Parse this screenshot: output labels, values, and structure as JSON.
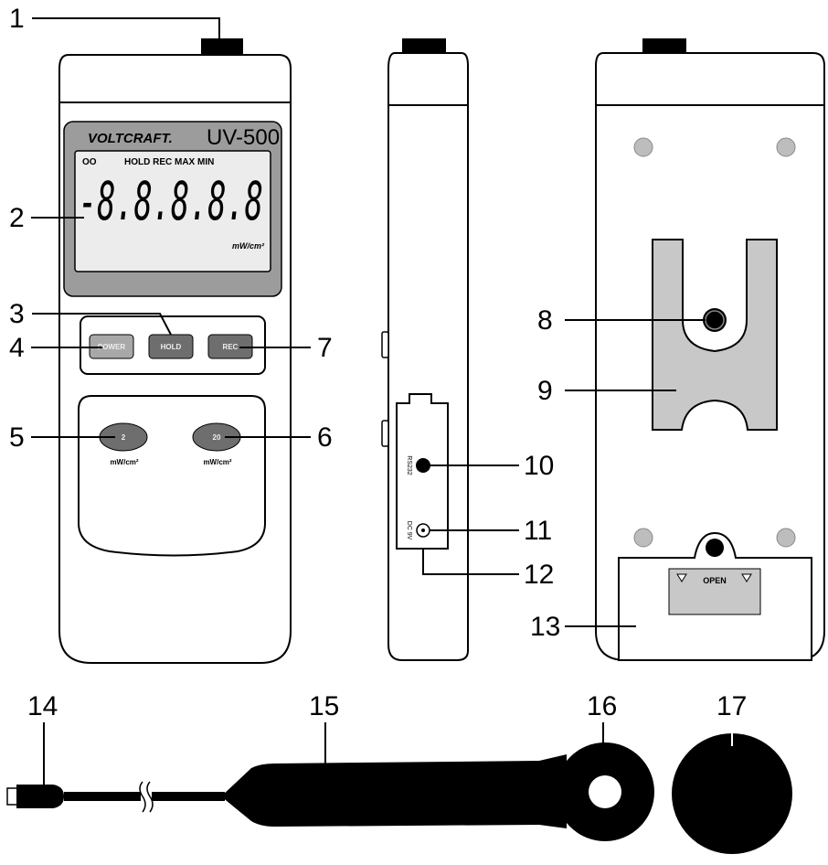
{
  "device": {
    "brand": "VOLTCRAFT.",
    "model": "UV-500",
    "display": {
      "annunciators": "HOLD REC MAX MIN",
      "battery_symbol": "OO",
      "digits": "-8.8.8.8.8",
      "unit": "mW/cm²"
    },
    "buttons": {
      "power": "POWER",
      "hold": "HOLD",
      "rec": "REC"
    },
    "ranges": [
      {
        "value": "2",
        "unit": "mW/cm²"
      },
      {
        "value": "20",
        "unit": "mW/cm²"
      }
    ],
    "side_ports": {
      "rs232": "RS232",
      "dc_input": "DC 9V"
    },
    "battery_cover": "OPEN"
  },
  "callouts": [
    "1",
    "2",
    "3",
    "4",
    "5",
    "6",
    "7",
    "8",
    "9",
    "10",
    "11",
    "12",
    "13",
    "14",
    "15",
    "16",
    "17"
  ],
  "colors": {
    "body_outline": "#000000",
    "lcd_frame": "#9c9c9c",
    "lcd_screen": "#ececec",
    "button_power": "#a8a8a8",
    "button_dark": "#6e6e6e",
    "clip": "#c8c8c8",
    "sensor": "#000000"
  }
}
